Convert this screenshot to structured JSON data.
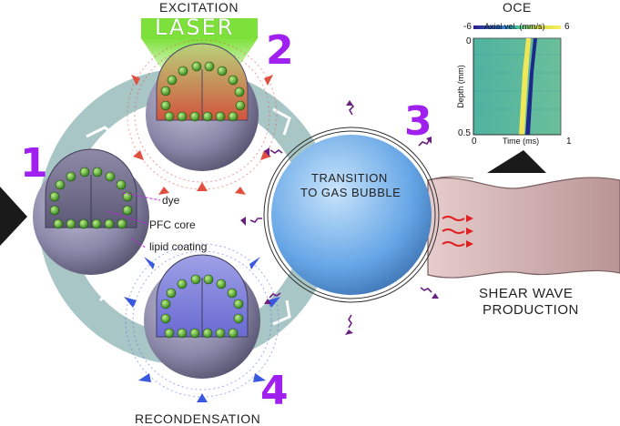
{
  "labels": {
    "excitation": "EXCITATION",
    "laser": "LASER",
    "oce": "OCE",
    "recondensation": "RECONDENSATION",
    "transition_line1": "TRANSITION",
    "transition_line2": "TO GAS BUBBLE",
    "shear_line1": "SHEAR WAVE",
    "shear_line2": "PRODUCTION",
    "dye": "dye",
    "pfc_core": "PFC core",
    "lipid_coating": "lipid coating"
  },
  "steps": {
    "s1": "1",
    "s2": "2",
    "s3": "3",
    "s4": "4"
  },
  "oce_inset": {
    "colorbar_label": "Axial vel. (mm/s)",
    "colorbar_min": "-6",
    "colorbar_max": "6",
    "y_label": "Depth (mm)",
    "y_tick_top": "0",
    "y_tick_bottom": "0.5",
    "x_label": "Time (ms)",
    "x_tick_left": "0",
    "x_tick_right": "1"
  },
  "colors": {
    "step_number": "#a020f0",
    "ring": "#a9c6c6",
    "laser_green": "#7dd83c",
    "excite_red": "#e05040",
    "recondense_blue": "#4060e0",
    "bubble_blue": "#5a9ce0",
    "shear_tissue": "#c9a9a9"
  }
}
